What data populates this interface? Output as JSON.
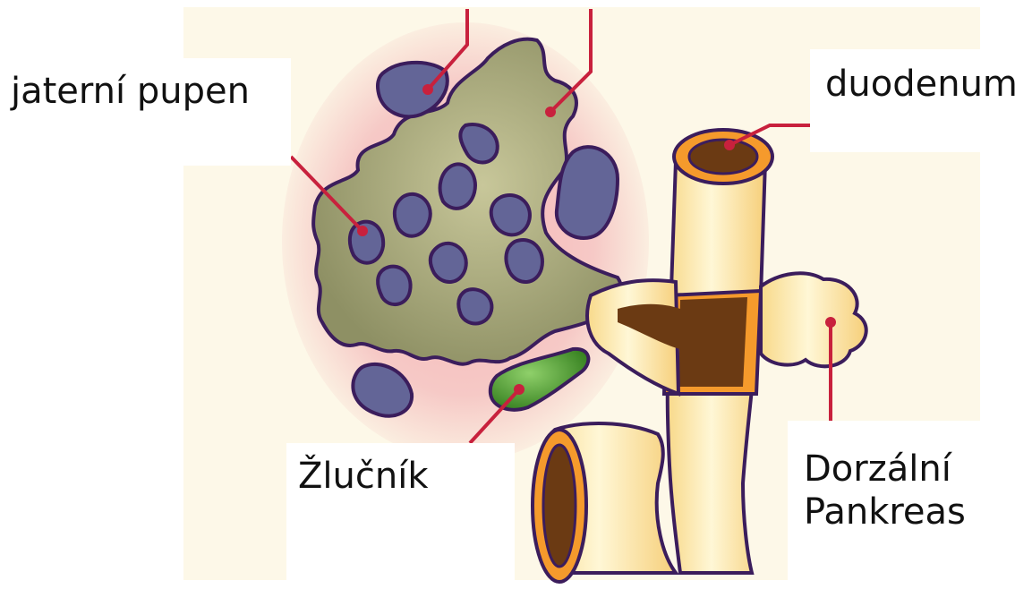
{
  "labels": {
    "liver_bud": "jaterní pupen",
    "duodenum": "duodenum",
    "gallbladder": "Žlučník",
    "dorsal_pancreas_line1": "Dorzální",
    "dorsal_pancreas_line2": "Pankreas"
  },
  "colors": {
    "background_panel": "#fdf8e8",
    "halo": "#f3c3c4",
    "liver": "#a9aa7c",
    "outline": "#3b1d5c",
    "vessels": "#636597",
    "gallbladder": "#5c9e2f",
    "duodenum": "#fde9a8",
    "duodenum_rim": "#f59a2c",
    "lumen": "#6b3a13",
    "leader_line": "#c8213d"
  }
}
